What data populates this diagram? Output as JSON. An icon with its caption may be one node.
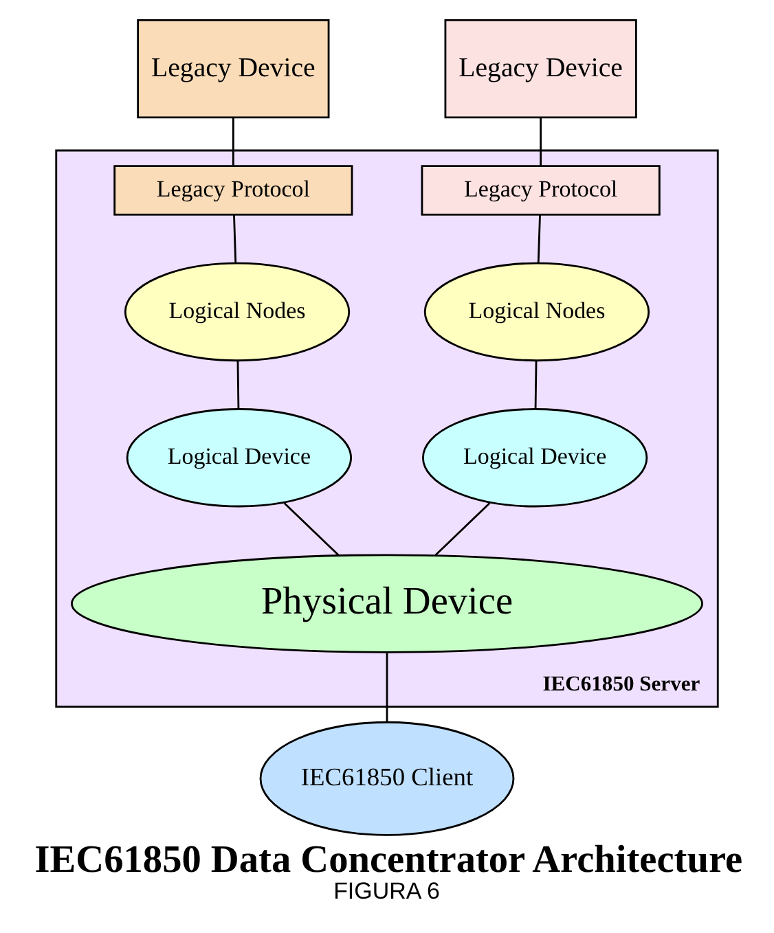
{
  "diagram": {
    "title": "IEC61850 Data Concentrator Architecture",
    "caption": "FIGURA 6",
    "nodes": [
      {
        "text": [
          "Legacy Device"
        ]
      },
      {
        "text": [
          "Legacy Device"
        ]
      },
      {
        "text": [
          "IEC61850 Server"
        ]
      },
      {
        "text": [
          "Legacy Protocol"
        ],
        "in": 2
      },
      {
        "text": [
          "Legacy Protocol"
        ],
        "in": 2
      },
      {
        "text": [
          "Logical Nodes"
        ],
        "in": 2
      },
      {
        "text": [
          "Logical Nodes"
        ],
        "in": 2
      },
      {
        "text": [
          "Logical Device"
        ],
        "in": 2
      },
      {
        "text": [
          "Logical Device"
        ],
        "in": 2
      },
      {
        "text": [
          "Physical Device"
        ],
        "in": 2
      },
      {
        "text": [
          "IEC61850 Client"
        ]
      }
    ],
    "edges": [
      {
        "from": 0,
        "to": 3,
        "arrow": "none"
      },
      {
        "from": 1,
        "to": 4,
        "arrow": "none"
      },
      {
        "from": 3,
        "to": 5,
        "arrow": "none"
      },
      {
        "from": 4,
        "to": 6,
        "arrow": "none"
      },
      {
        "from": 5,
        "to": 7,
        "arrow": "none"
      },
      {
        "from": 6,
        "to": 8,
        "arrow": "none"
      },
      {
        "from": 7,
        "to": 9,
        "arrow": "none"
      },
      {
        "from": 8,
        "to": 9,
        "arrow": "none"
      },
      {
        "from": 9,
        "to": 10,
        "arrow": "none"
      }
    ]
  }
}
